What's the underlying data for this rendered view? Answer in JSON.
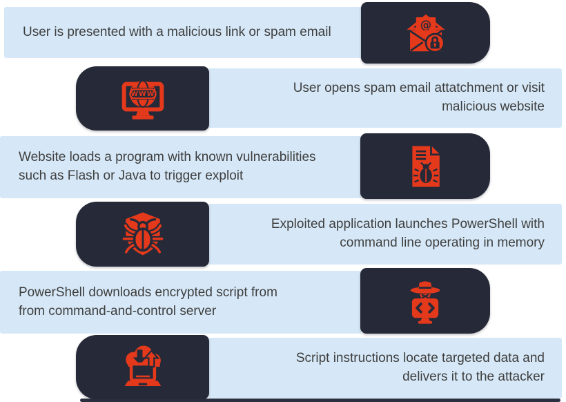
{
  "colors": {
    "bar_bg": "#d6e8f7",
    "box_bg": "#262a38",
    "accent": "#e5391c",
    "text": "#3e3e3e",
    "shadow": "#2b2f3e"
  },
  "steps": [
    {
      "icon": "spam-email-lock-icon",
      "icon_glyph": "@",
      "lines": [
        "User is presented with a malicious link or spam email"
      ]
    },
    {
      "icon": "malicious-website-monitor-icon",
      "icon_glyph": "WWW",
      "lines": [
        "User opens spam email attatchment or visit",
        "malicious website"
      ]
    },
    {
      "icon": "exploit-document-bug-icon",
      "lines": [
        "Website loads a program with known vulnerabilities",
        "such as Flash or Java to trigger exploit"
      ]
    },
    {
      "icon": "shield-bug-icon",
      "lines": [
        "Exploited application launches PowerShell with",
        "command line operating in memory"
      ]
    },
    {
      "icon": "hacker-terminal-icon",
      "lines": [
        "PowerShell downloads encrypted script from",
        "from command-and-control server"
      ]
    },
    {
      "icon": "cloud-exfiltration-laptop-icon",
      "lines": [
        "Script instructions locate targeted data and",
        "delivers it to the attacker"
      ]
    }
  ]
}
